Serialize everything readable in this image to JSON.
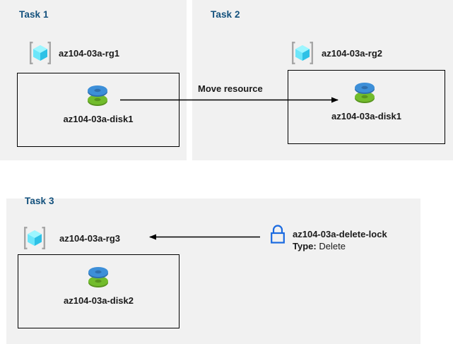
{
  "diagram": {
    "title": "Azure resource group tasks diagram",
    "background": "#ffffff",
    "panel_background": "#f1f1f1",
    "title_color": "#13517d",
    "border_color": "#000000"
  },
  "panels": [
    {
      "id": "task1",
      "title": "Task 1",
      "resource_group": {
        "icon": "resource-group-cube-icon",
        "label": "az104-03a-rg1"
      },
      "resource": {
        "icon": "managed-disk-icon",
        "label": "az104-03a-disk1"
      }
    },
    {
      "id": "task2",
      "title": "Task 2",
      "resource_group": {
        "icon": "resource-group-cube-icon",
        "label": "az104-03a-rg2"
      },
      "resource": {
        "icon": "managed-disk-icon",
        "label": "az104-03a-disk1"
      }
    },
    {
      "id": "task3",
      "title": "Task 3",
      "resource_group": {
        "icon": "resource-group-cube-icon",
        "label": "az104-03a-rg3"
      },
      "resource": {
        "icon": "managed-disk-icon",
        "label": "az104-03a-disk2"
      }
    }
  ],
  "connectors": [
    {
      "id": "move-resource",
      "label": "Move resource",
      "direction": "left-to-right",
      "from": "az104-03a-disk1 (Task 1)",
      "to": "az104-03a-disk1 (Task 2)"
    },
    {
      "id": "lock-applies-to-rg3",
      "label": "",
      "direction": "right-to-left",
      "from": "az104-03a-delete-lock",
      "to": "az104-03a-rg3"
    }
  ],
  "lock": {
    "icon": "lock-icon",
    "name": "az104-03a-delete-lock",
    "type_key": "Type:",
    "type_value": "Delete",
    "icon_color": "#1a6ae0"
  },
  "icon_colors": {
    "cube_light": "#7bf0ff",
    "cube_mid": "#35c7e8",
    "cube_dark": "#17a6cc",
    "bracket": "#a6a6a6",
    "disk_blue": "#3d8fd8",
    "disk_blue_dark": "#2f6fae",
    "disk_green": "#72bc2c",
    "disk_green_dark": "#58941f"
  }
}
